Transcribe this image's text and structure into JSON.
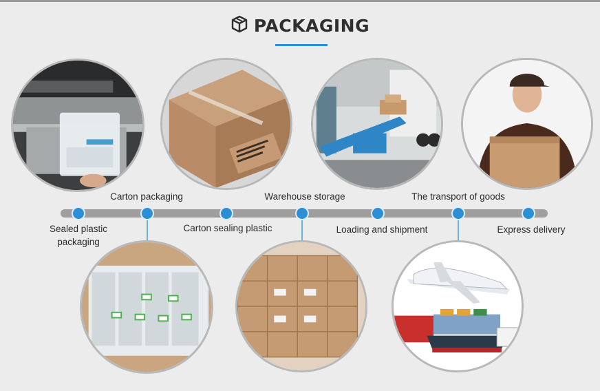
{
  "header": {
    "title": "PACKAGING",
    "icon": "box-icon"
  },
  "accent_color": "#2a8fd6",
  "steps": [
    {
      "label_line1": "Sealed plastic",
      "label_line2": "packaging"
    },
    {
      "label": "Carton packaging"
    },
    {
      "label": "Carton sealing plastic"
    },
    {
      "label": "Warehouse storage"
    },
    {
      "label": "Loading and shipment"
    },
    {
      "label": "The transport of goods"
    },
    {
      "label": "Express delivery"
    }
  ]
}
